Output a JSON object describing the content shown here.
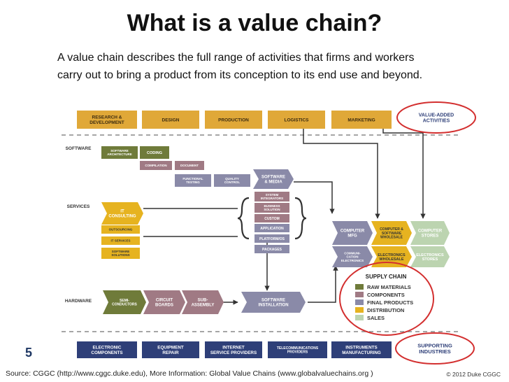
{
  "title": "What is a value chain?",
  "subtitle_lines": [
    "A value chain describes the full range of activities that firms and workers",
    "carry out to bring a product from its conception to its end use and beyond."
  ],
  "page_number": "5",
  "source": "Source: CGGC (http://www.cggc.duke.edu), More Information: Global Value Chains (www.globalvaluechains.org )",
  "copyright": "© 2012 Duke CGGC",
  "colors": {
    "raw_materials": "#6f7b3a",
    "components": "#a07a84",
    "final_products": "#8a8aa8",
    "distribution": "#e6b320",
    "sales": "#bcd4b0",
    "stages": "#e0a838",
    "supporting": "#2e3f78",
    "circle": "#d32f2f"
  },
  "diagram": {
    "stages": [
      "RESEARCH & DEVELOPMENT",
      "DESIGN",
      "PRODUCTION",
      "LOGISTICS",
      "MARKETING"
    ],
    "value_added_label": [
      "VALUE-ADDED",
      "ACTIVITIES"
    ],
    "row_labels": {
      "software": "SOFTWARE",
      "services": "SERVICES",
      "hardware": "HARDWARE"
    },
    "software_chain": {
      "architecture": [
        "SOFTWARE",
        "ARCHITECTURE"
      ],
      "coding": "CODING",
      "compilation": "COMPILATION",
      "document": "DOCUMENT",
      "functional_testing": [
        "FUNCTIONAL",
        "TESTING"
      ],
      "quality_control": [
        "QUALITY",
        "CONTROL"
      ],
      "software_media": [
        "SOFTWARE",
        "& MEDIA"
      ]
    },
    "services": {
      "it_consulting": [
        "IT",
        "CONSULTING"
      ],
      "outsourcing": "OUTSOURCING",
      "it_services": "IT SERVICES",
      "software_solutions": [
        "SOFTWARE",
        "SOLUTIONS"
      ]
    },
    "middle": {
      "system_integrators": [
        "SYSTEM",
        "INTEGRATORS"
      ],
      "business_solution": [
        "BUSINESS",
        "SOLUTION"
      ],
      "custom": "CUSTOM",
      "application": "APPLICATION",
      "platform_os": "PLATFORM/OS",
      "packages": "PACKAGES"
    },
    "hardware": {
      "semiconductors": [
        "SEMI-",
        "CONDUCTORS"
      ],
      "circuit_boards": [
        "CIRCUIT",
        "BOARDS"
      ],
      "sub_assembly": [
        "SUB-",
        "ASSEMBLY"
      ],
      "software_installation": [
        "SOFTWARE",
        "INSTALLATION"
      ]
    },
    "right": {
      "computer_mfg": [
        "COMPUTER",
        "MFG"
      ],
      "computer_software_wholesale": [
        "COMPUTER &",
        "SOFTWARE",
        "WHOLESALE"
      ],
      "computer_stores": [
        "COMPUTER",
        "STORES"
      ],
      "communication_electronics": [
        "COMMUNI-",
        "CATION",
        "ELECTRONICS"
      ],
      "electronics_wholesale": [
        "ELECTRONICS",
        "WHOLESALE"
      ],
      "electronics_stores": [
        "ELECTRONICS",
        "STORES"
      ]
    },
    "supply_chain": {
      "title": "SUPPLY CHAIN",
      "items": [
        "RAW MATERIALS",
        "COMPONENTS",
        "FINAL PRODUCTS",
        "DISTRIBUTION",
        "SALES"
      ]
    },
    "supporting_label": [
      "SUPPORTING",
      "INDUSTRIES"
    ],
    "supporting": [
      [
        "ELECTRONIC",
        "COMPONENTS"
      ],
      [
        "EQUIPMENT",
        "REPAIR"
      ],
      [
        "INTERNET",
        "SERVICE PROVIDERS"
      ],
      [
        "TELECOMMUNICATIONS",
        "PROVIDERS"
      ],
      [
        "INSTRUMENTS",
        "MANUFACTURING"
      ]
    ]
  }
}
